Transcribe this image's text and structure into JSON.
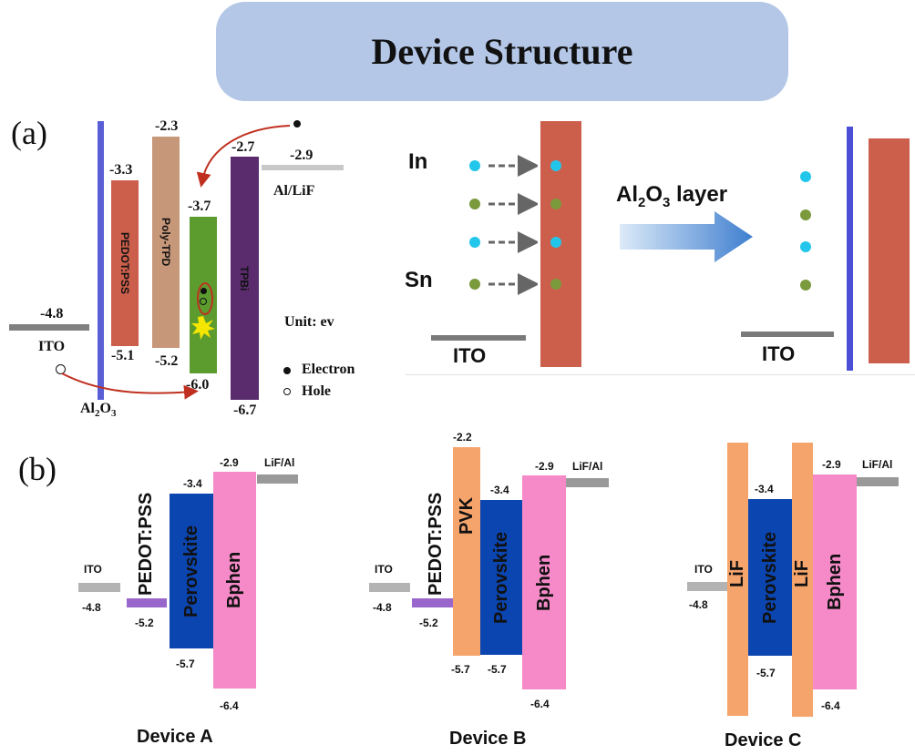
{
  "title": "Device Structure",
  "panel_a": {
    "label": "(a)",
    "levels": {
      "ito": "-4.8",
      "pedot_top": "-3.3",
      "pedot_bottom": "-5.1",
      "polytpd_top": "-2.3",
      "polytpd_bottom": "-5.2",
      "emitter_top": "-3.7",
      "emitter_bottom": "-6.0",
      "tpbi_top": "-2.7",
      "tpbi_bottom": "-6.7",
      "cathode": "-2.9"
    },
    "layers": {
      "ito": "ITO",
      "al2o3": "Al₂O₃",
      "pedot": "PEDOT:PSS",
      "polytpd": "Poly-TPD",
      "tpbi": "TPBi",
      "cathode": "Al/LiF"
    },
    "unit": "Unit: ev",
    "legend": {
      "electron": "Electron",
      "hole": "Hole"
    },
    "diffusion": {
      "in_label": "In",
      "sn_label": "Sn",
      "ito_label_left": "ITO",
      "ito_label_right": "ITO",
      "arrow_label": "Al₂O₃ layer"
    },
    "colors": {
      "al2o3": "#5b5fd6",
      "pedot": "#cc5f4c",
      "polytpd": "#c79779",
      "emitter": "#5c9b2e",
      "tpbi": "#5a2c6e",
      "cathode": "#c8c8c8",
      "indium": "#22c6ea",
      "tin": "#7a9a3c"
    }
  },
  "panel_b": {
    "label": "(b)",
    "devices": [
      {
        "name": "Device A",
        "ito_label": "ITO",
        "ito_value": "-4.8",
        "pedot_label": "PEDOT:PSS",
        "pedot_value": "-5.2",
        "perovskite_label": "Perovskite",
        "perovskite_top": "-3.4",
        "perovskite_bottom": "-5.7",
        "bphen_label": "Bphen",
        "bphen_top": "-2.9",
        "bphen_bottom": "-6.4",
        "cathode_label": "LiF/Al"
      },
      {
        "name": "Device B",
        "ito_label": "ITO",
        "ito_value": "-4.8",
        "pedot_label": "PEDOT:PSS",
        "pedot_value": "-5.2",
        "pvk_label": "PVK",
        "pvk_top": "-2.2",
        "pvk_bottom": "-5.7",
        "perovskite_label": "Perovskite",
        "perovskite_top": "-3.4",
        "perovskite_bottom": "-5.7",
        "bphen_label": "Bphen",
        "bphen_top": "-2.9",
        "bphen_bottom": "-6.4",
        "cathode_label": "LiF/Al"
      },
      {
        "name": "Device C",
        "ito_label": "ITO",
        "ito_value": "-4.8",
        "lif1_label": "LiF",
        "lif2_label": "LiF",
        "perovskite_label": "Perovskite",
        "perovskite_top": "-3.4",
        "perovskite_bottom": "-5.7",
        "bphen_label": "Bphen",
        "bphen_top": "-2.9",
        "bphen_bottom": "-6.4",
        "cathode_label": "LiF/Al"
      }
    ],
    "colors": {
      "ito": "#b3b3b3",
      "pedot": "#9966cc",
      "pvk": "#f5a46c",
      "perovskite": "#0b45b0",
      "bphen": "#f68ac8",
      "lif": "#f5a46c",
      "cathode": "#999999"
    }
  }
}
